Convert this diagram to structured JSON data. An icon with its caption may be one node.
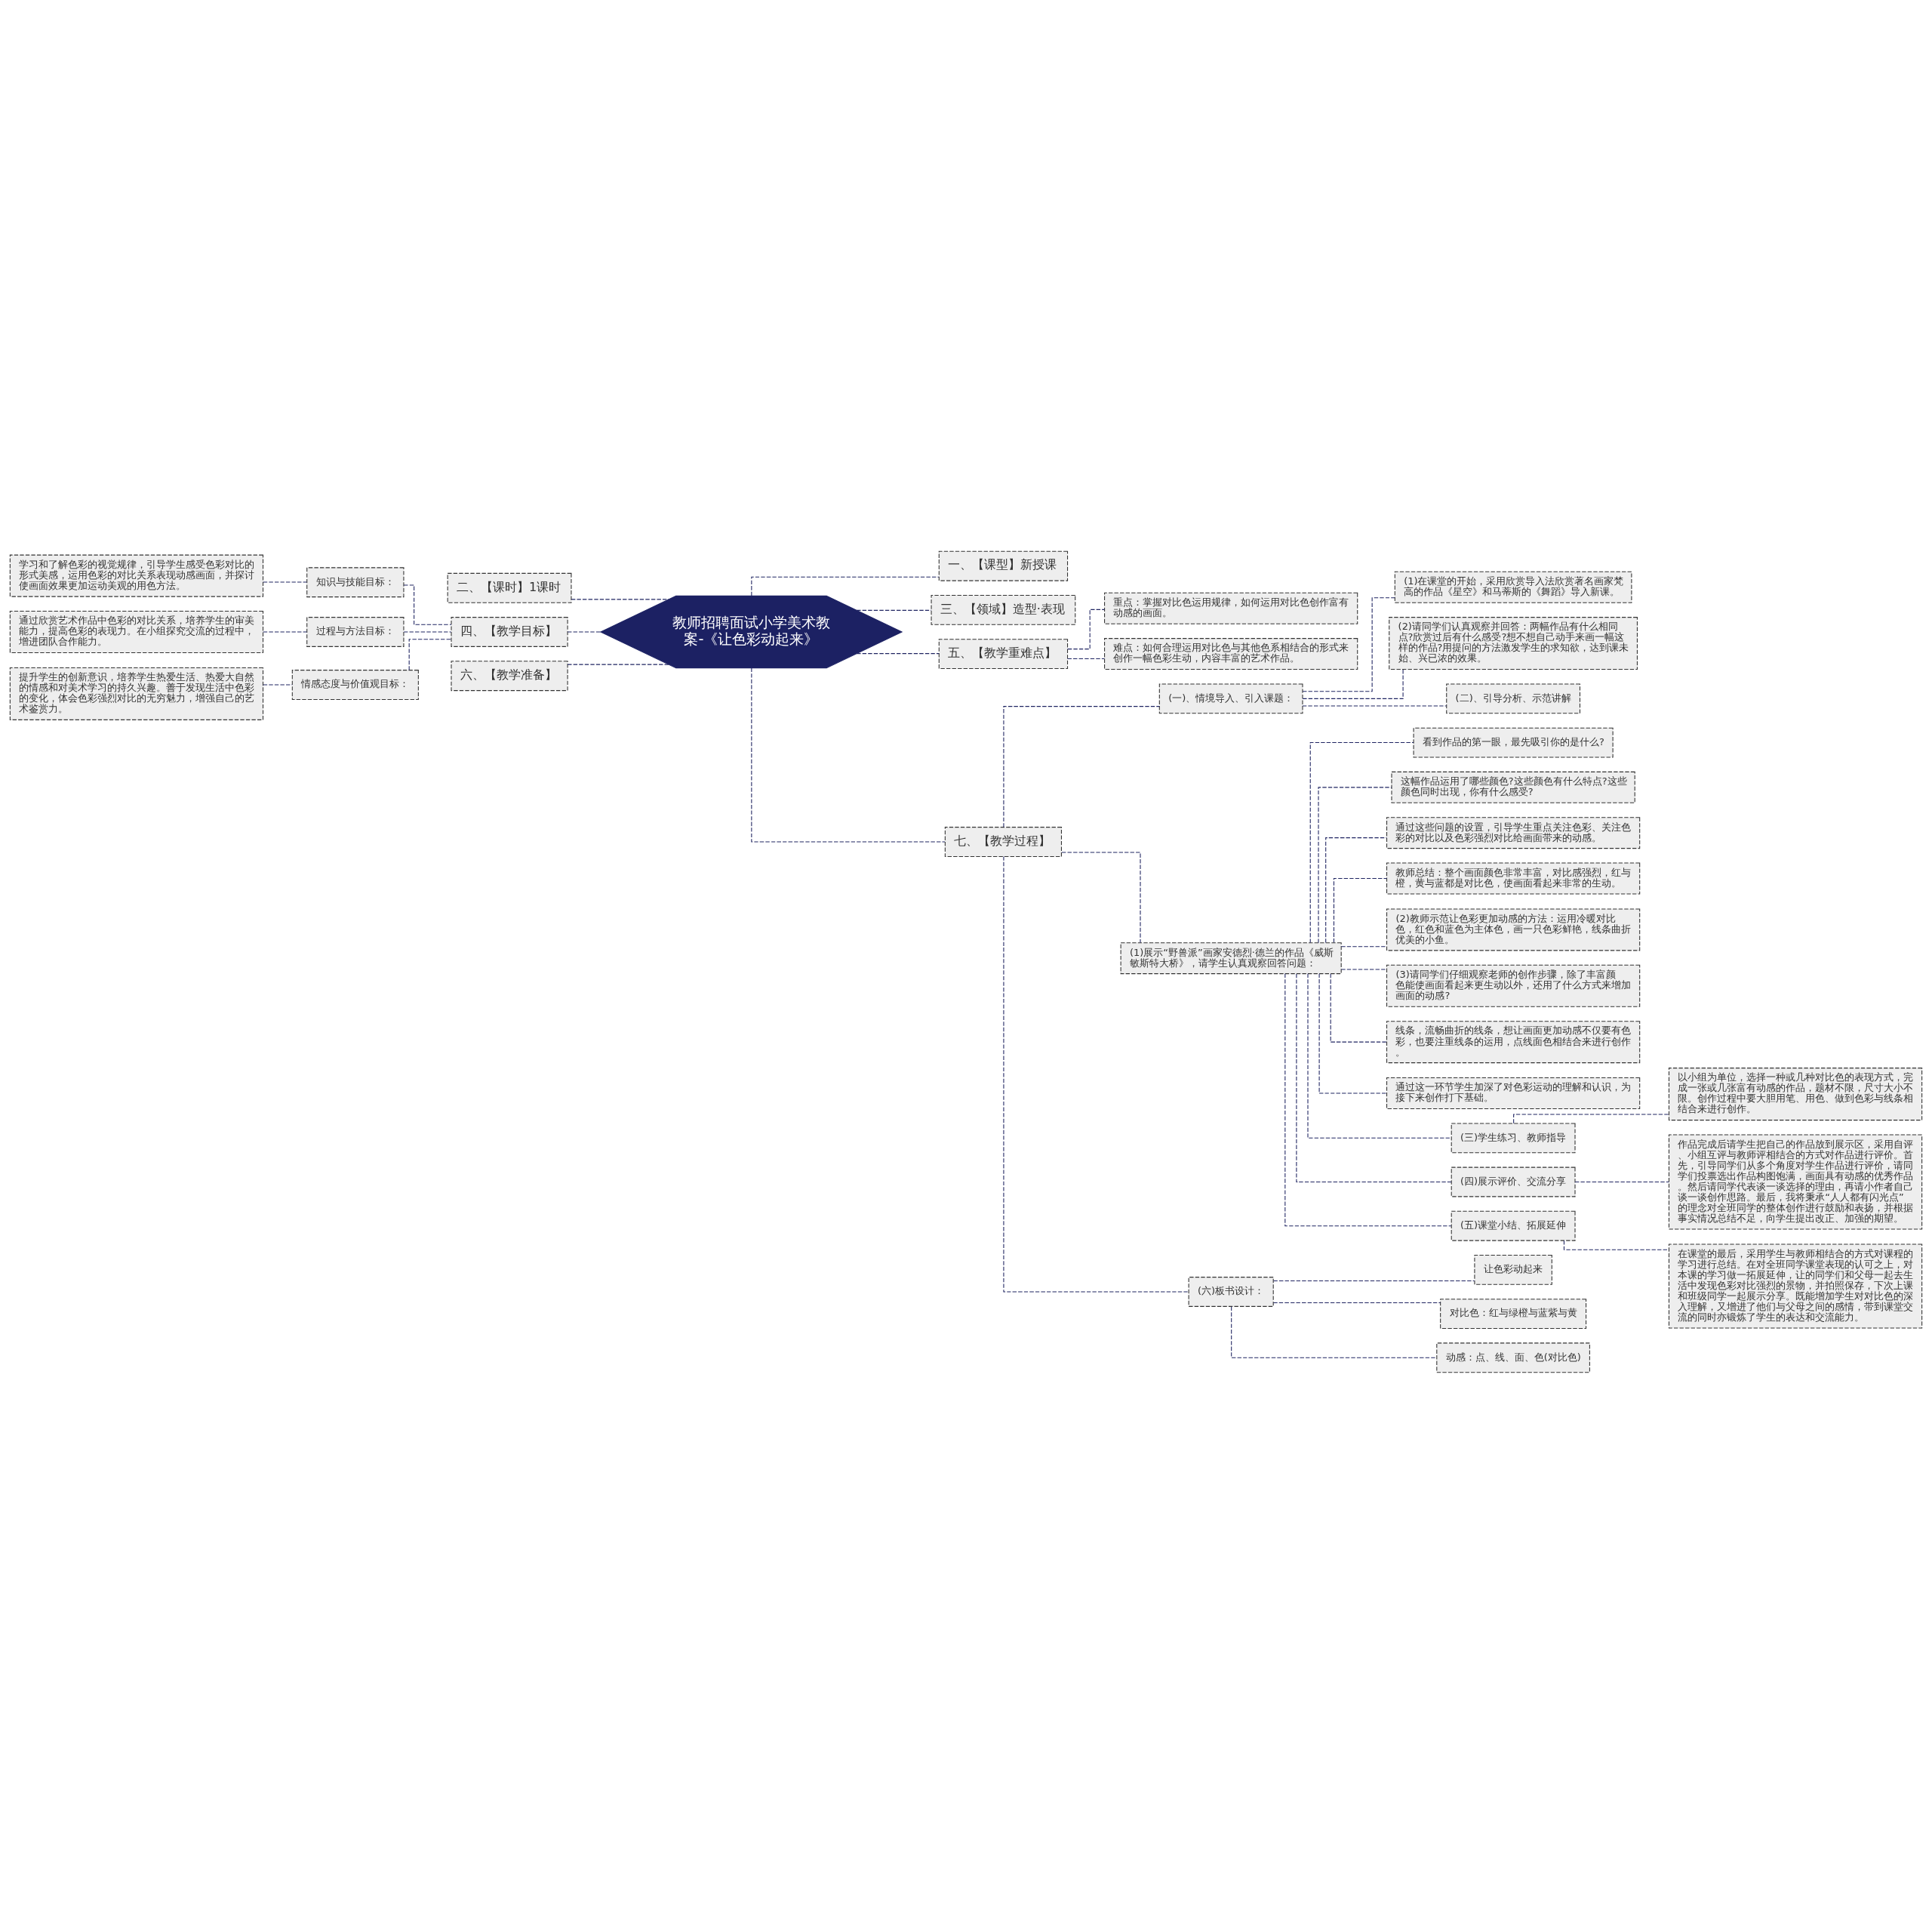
{
  "diagram": {
    "nodes": [
      {
        "text": [
          "教师招聘面试小学美术教案-《让色彩动起来》"
        ]
      },
      {
        "text": [
          "一、【课型】新授课"
        ]
      },
      {
        "text": [
          "三、【领域】造型·表现"
        ]
      },
      {
        "text": [
          "五、【教学重难点】"
        ]
      },
      {
        "text": [
          "重点：掌握对比色运用规律，如何运用对比色创作富有动感的画面。"
        ]
      },
      {
        "text": [
          "难点：如何合理运用对比色与其他色系相结合的形式来创作一幅色彩生动，内容丰富的艺术作品。"
        ]
      },
      {
        "text": [
          "二、【课时】1课时"
        ]
      },
      {
        "text": [
          "四、【教学目标】"
        ]
      },
      {
        "text": [
          "知识与技能目标："
        ]
      },
      {
        "text": [
          "学习和了解色彩的视觉规律，引导学生感受色彩对比的形式美感，运用色彩的对比关系表现动感画面，并探讨使画面效果更加运动美观的用色方法。"
        ]
      },
      {
        "text": [
          "过程与方法目标："
        ]
      },
      {
        "text": [
          "通过欣赏艺术作品中色彩的对比关系，培养学生的审美能力，提高色彩的表现力。在小组探究交流的过程中，增进团队合作能力。"
        ]
      },
      {
        "text": [
          "情感态度与价值观目标："
        ]
      },
      {
        "text": [
          "提升学生的创新意识，培养学生热爱生活、热爱大自然的情感和对美术学习的持久兴趣。善于发现生活中色彩的变化，体会色彩强烈对比的无穷魅力，增强自己的艺术鉴赏力。"
        ]
      },
      {
        "text": [
          "六、【教学准备】"
        ]
      },
      {
        "text": [
          "七、【教学过程】"
        ]
      },
      {
        "text": [
          "(一)、情境导入、引入课题："
        ]
      },
      {
        "text": [
          "(1)在课堂的开始，采用欣赏导入法欣赏著名画家梵高的作品《星空》和马蒂斯的《舞蹈》导入新课。"
        ]
      },
      {
        "text": [
          "(2)请同学们认真观察并回答：两幅作品有什么相同点?欣赏过后有什么感受?想不想自己动手来画一幅这样的作品?用提问的方法激发学生的求知欲，达到课未始、兴已浓的效果。"
        ]
      },
      {
        "text": [
          "(二)、引导分析、示范讲解"
        ]
      },
      {
        "text": [
          "(1)展示“野兽派”画家安德烈·德兰的作品《威斯敏斯特大桥》，请学生认真观察回答问题："
        ]
      },
      {
        "text": [
          "看到作品的第一眼，最先吸引你的是什么?"
        ]
      },
      {
        "text": [
          "这幅作品运用了哪些颜色?这些颜色有什么特点?这些颜色同时出现，你有什么感受?"
        ]
      },
      {
        "text": [
          "通过这些问题的设置，引导学生重点关注色彩、关注色彩的对比以及色彩强烈对比给画面带来的动感。"
        ]
      },
      {
        "text": [
          "教师总结：整个画面颜色非常丰富，对比感强烈，红与橙，黄与蓝都是对比色，使画面看起来非常的生动。"
        ]
      },
      {
        "text": [
          "(2)教师示范让色彩更加动感的方法：运用冷暖对比色，红色和蓝色为主体色，画一只色彩鲜艳，线条曲折优美的小鱼。"
        ]
      },
      {
        "text": [
          "(3)请同学们仔细观察老师的创作步骤，除了丰富颜色能使画面看起来更生动以外，还用了什么方式来增加画面的动感?"
        ]
      },
      {
        "text": [
          "线条，流畅曲折的线条，想让画面更加动感不仅要有色彩，也要注重线条的运用，点线面色相结合来进行创作。"
        ]
      },
      {
        "text": [
          "通过这一环节学生加深了对色彩运动的理解和认识，为接下来创作打下基础。"
        ]
      },
      {
        "text": [
          "(三)学生练习、教师指导"
        ]
      },
      {
        "text": [
          "以小组为单位，选择一种或几种对比色的表现方式，完成一张或几张富有动感的作品，题材不限，尺寸大小不限。创作过程中要大胆用笔、用色、做到色彩与线条相结合来进行创作。"
        ]
      },
      {
        "text": [
          "(四)展示评价、交流分享"
        ]
      },
      {
        "text": [
          "作品完成后请学生把自己的作品放到展示区，采用自评、小组互评与教师评相结合的方式对作品进行评价。首先，引导同学们从多个角度对学生作品进行评价，请同学们投票选出作品构图饱满，画面具有动感的优秀作品。然后请同学代表谈一谈选择的理由，再请小作者自己谈一谈创作思路。最后，我将秉承“人人都有闪光点”的理念对全班同学的整体创作进行鼓励和表扬，并根据事实情况总结不足，向学生提出改正、加强的期望。"
        ]
      },
      {
        "text": [
          "(五)课堂小结、拓展延伸"
        ]
      },
      {
        "text": [
          "在课堂的最后，采用学生与教师相结合的方式对课程的学习进行总结。在对全班同学课堂表现的认可之上，对本课的学习做一拓展延伸，让的同学们和父母一起去生活中发现色彩对比强烈的景物，并拍照保存，下次上课和班级同学一起展示分享。既能增加学生对对比色的深入理解，又增进了他们与父母之间的感情，带到课堂交流的同时亦锻炼了学生的表达和交流能力。"
        ]
      },
      {
        "text": [
          "(六)板书设计："
        ]
      },
      {
        "text": [
          "让色彩动起来"
        ]
      },
      {
        "text": [
          "对比色：红与绿橙与蓝紫与黄"
        ]
      },
      {
        "text": [
          "动感：点、线、面、色(对比色)"
        ]
      }
    ],
    "edges": [
      {
        "from": 0,
        "to": 1,
        "arrow": "none",
        "style": "dashed"
      },
      {
        "from": 0,
        "to": 2,
        "arrow": "none",
        "style": "dashed"
      },
      {
        "from": 0,
        "to": 3,
        "arrow": "none",
        "style": "dashed"
      },
      {
        "from": 3,
        "to": 4,
        "arrow": "none",
        "style": "dashed"
      },
      {
        "from": 3,
        "to": 5,
        "arrow": "none",
        "style": "dashed"
      },
      {
        "from": 0,
        "to": 6,
        "arrow": "none",
        "style": "dashed"
      },
      {
        "from": 0,
        "to": 7,
        "arrow": "none",
        "style": "dashed"
      },
      {
        "from": 7,
        "to": 8,
        "arrow": "none",
        "style": "dashed"
      },
      {
        "from": 8,
        "to": 9,
        "arrow": "none",
        "style": "dashed"
      },
      {
        "from": 7,
        "to": 10,
        "arrow": "none",
        "style": "dashed"
      },
      {
        "from": 10,
        "to": 11,
        "arrow": "none",
        "style": "dashed"
      },
      {
        "from": 7,
        "to": 12,
        "arrow": "none",
        "style": "dashed"
      },
      {
        "from": 12,
        "to": 13,
        "arrow": "none",
        "style": "dashed"
      },
      {
        "from": 0,
        "to": 14,
        "arrow": "none",
        "style": "dashed"
      },
      {
        "from": 0,
        "to": 15,
        "arrow": "none",
        "style": "dashed"
      },
      {
        "from": 15,
        "to": 16,
        "arrow": "none",
        "style": "dashed"
      },
      {
        "from": 16,
        "to": 17,
        "arrow": "none",
        "style": "dashed"
      },
      {
        "from": 16,
        "to": 18,
        "arrow": "none",
        "style": "dashed"
      },
      {
        "from": 16,
        "to": 19,
        "arrow": "none",
        "style": "dashed"
      },
      {
        "from": 15,
        "to": 20,
        "arrow": "none",
        "style": "dashed"
      },
      {
        "from": 20,
        "to": 21,
        "arrow": "none",
        "style": "dashed"
      },
      {
        "from": 20,
        "to": 22,
        "arrow": "none",
        "style": "dashed"
      },
      {
        "from": 20,
        "to": 23,
        "arrow": "none",
        "style": "dashed"
      },
      {
        "from": 20,
        "to": 24,
        "arrow": "none",
        "style": "dashed"
      },
      {
        "from": 20,
        "to": 25,
        "arrow": "none",
        "style": "dashed"
      },
      {
        "from": 20,
        "to": 26,
        "arrow": "none",
        "style": "dashed"
      },
      {
        "from": 20,
        "to": 27,
        "arrow": "none",
        "style": "dashed"
      },
      {
        "from": 20,
        "to": 28,
        "arrow": "none",
        "style": "dashed"
      },
      {
        "from": 20,
        "to": 29,
        "arrow": "none",
        "style": "dashed"
      },
      {
        "from": 29,
        "to": 30,
        "arrow": "none",
        "style": "dashed"
      },
      {
        "from": 20,
        "to": 31,
        "arrow": "none",
        "style": "dashed"
      },
      {
        "from": 31,
        "to": 32,
        "arrow": "none",
        "style": "dashed"
      },
      {
        "from": 20,
        "to": 33,
        "arrow": "none",
        "style": "dashed"
      },
      {
        "from": 33,
        "to": 34,
        "arrow": "none",
        "style": "dashed"
      },
      {
        "from": 15,
        "to": 35,
        "arrow": "none",
        "style": "dashed"
      },
      {
        "from": 35,
        "to": 36,
        "arrow": "none",
        "style": "dashed"
      },
      {
        "from": 35,
        "to": 37,
        "arrow": "none",
        "style": "dashed"
      },
      {
        "from": 35,
        "to": 38,
        "arrow": "none",
        "style": "dashed"
      }
    ]
  }
}
